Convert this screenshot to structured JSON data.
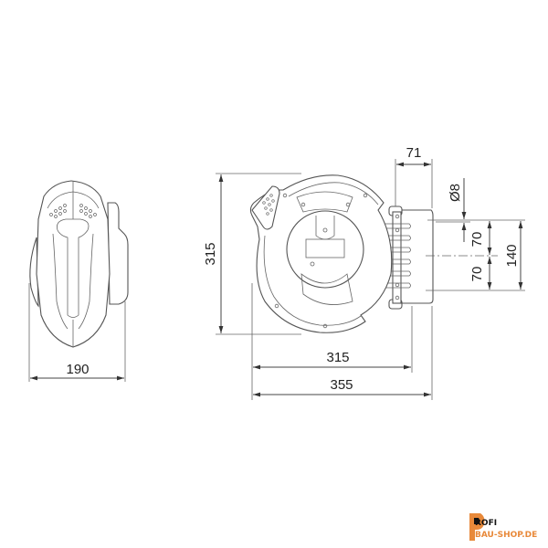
{
  "drawing": {
    "side_view": {
      "width_label": "190"
    },
    "front_view": {
      "height_label": "315",
      "body_width_label": "315",
      "overall_width_label": "355",
      "bracket_depth_label": "71",
      "hole_diameter_label": "Ø8",
      "hole_spacing_upper_label": "70",
      "hole_spacing_lower_label": "70",
      "hole_spacing_total_label": "140"
    }
  },
  "logo": {
    "line1": "ROFI",
    "line2": "BAU-SHOP.DE",
    "brand_color": "#e8893a"
  }
}
